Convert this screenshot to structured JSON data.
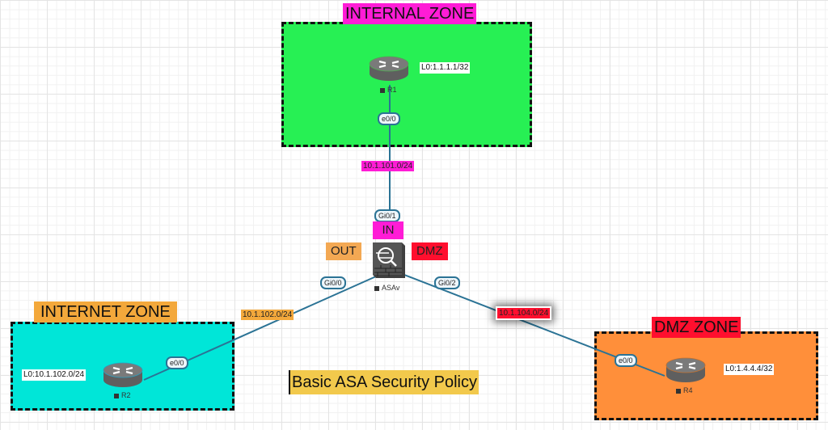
{
  "diagram": {
    "title": "Basic ASA Security Policy",
    "zones": {
      "internal": {
        "label": "INTERNAL ZONE",
        "fill": "#27f054",
        "label_bg": "#ff1cd6"
      },
      "internet": {
        "label": "INTERNET ZONE",
        "fill": "#00e6d8",
        "label_bg": "#f3a83b"
      },
      "dmz": {
        "label": "DMZ ZONE",
        "fill": "#ff8f3a",
        "label_bg": "#ff0f2e"
      }
    },
    "firewall": {
      "name": "ASAv",
      "interfaces": {
        "inside": {
          "label": "IN",
          "port": "Gi0/1",
          "color": "#ff1cd6"
        },
        "outside": {
          "label": "OUT",
          "port": "Gi0/0",
          "color": "#f3a853"
        },
        "dmz": {
          "label": "DMZ",
          "port": "Gi0/2",
          "color": "#ff0f2e"
        }
      }
    },
    "routers": [
      {
        "name": "R1",
        "loopback": "L0:1.1.1.1/32",
        "port": "e0/0"
      },
      {
        "name": "R2",
        "loopback": "L0:10.1.102.0/24",
        "port": "e0/0"
      },
      {
        "name": "R4",
        "loopback": "L0:1.4.4.4/32",
        "port": "e0/0"
      }
    ],
    "subnets": {
      "inside": {
        "label": "10.1.101.0/24",
        "color": "#ff1cd6"
      },
      "outside": {
        "label": "10.1.102.0/24",
        "color": "#f3a83b"
      },
      "dmz": {
        "label": "10.1.104.0/24",
        "color": "#ff0f2e"
      }
    }
  }
}
